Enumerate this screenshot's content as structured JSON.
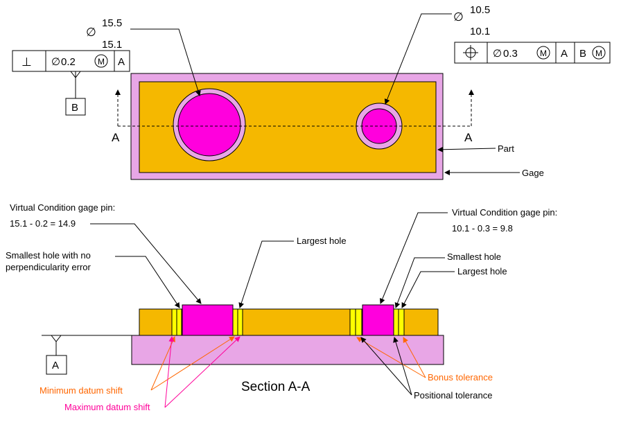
{
  "colors": {
    "part": "#f5b800",
    "gage": "#e8a6e6",
    "hole": "#ff00dd",
    "gap": "#ffff00",
    "label_orange": "#ff6600",
    "label_magenta": "#ff0099"
  },
  "top_view": {
    "hole_left": {
      "dia_max": "15.5",
      "dia_min": "15.1"
    },
    "hole_right": {
      "dia_max": "10.5",
      "dia_min": "10.1"
    },
    "fcf_left": {
      "symbol": "⊥",
      "tolerance": "0.2",
      "modifier": "M",
      "datum": "A"
    },
    "fcf_right": {
      "symbol": "⌖",
      "tolerance": "0.3",
      "modifier": "M",
      "datum1": "A",
      "datum2": "B",
      "datum2_modifier": "M"
    },
    "datum_b": "B",
    "section_mark_left": "A",
    "section_mark_right": "A",
    "part_label": "Part",
    "gage_label": "Gage"
  },
  "section_view": {
    "title": "Section A-A",
    "datum_a": "A",
    "vc_left_line1": "Virtual Condition  gage pin:",
    "vc_left_line2": "15.1 - 0.2 = 14.9",
    "smallest_hole_left_line1": "Smallest  hole with no",
    "smallest_hole_left_line2": "perpendicularity error",
    "largest_hole_left": "Largest hole",
    "vc_right_line1": "Virtual Condition  gage pin:",
    "vc_right_line2": "10.1 - 0.3 = 9.8",
    "smallest_hole_right": "Smallest  hole",
    "largest_hole_right": "Largest hole",
    "min_datum_shift": "Minimum  datum  shift",
    "max_datum_shift": "Maximum  datum  shift",
    "bonus_tolerance": "Bonus tolerance",
    "positional_tolerance": "Positional  tolerance"
  }
}
